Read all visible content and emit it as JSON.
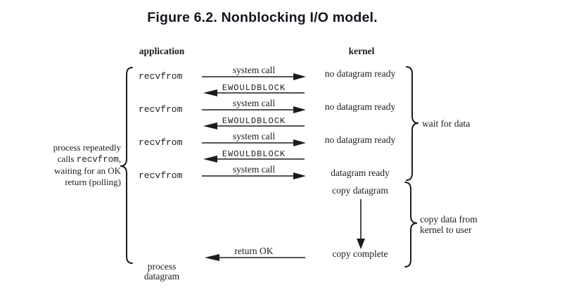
{
  "title": "Figure 6.2. Nonblocking I/O model.",
  "columns": {
    "left": "application",
    "right": "kernel"
  },
  "left_note": {
    "line1": "process repeatedly",
    "line2_pre": "calls ",
    "line2_code": "recvfrom",
    "line2_post": ",",
    "line3": "waiting for an OK",
    "line4": "return (polling)"
  },
  "exchanges": [
    {
      "app": "recvfrom",
      "call": "system call",
      "kernel": "no datagram ready",
      "response": "EWOULDBLOCK"
    },
    {
      "app": "recvfrom",
      "call": "system call",
      "kernel": "no datagram ready",
      "response": "EWOULDBLOCK"
    },
    {
      "app": "recvfrom",
      "call": "system call",
      "kernel": "no datagram ready",
      "response": "EWOULDBLOCK"
    },
    {
      "app": "recvfrom",
      "call": "system call",
      "kernel": "datagram ready"
    }
  ],
  "copy_phase": {
    "start": "copy datagram",
    "end": "copy complete",
    "return_label": "return OK"
  },
  "process_end": {
    "line1": "process",
    "line2": "datagram"
  },
  "braces": {
    "wait_label": "wait for data",
    "copy_label_line1": "copy data from",
    "copy_label_line2": "kernel to user"
  },
  "colors": {
    "ink": "#1c1c1c",
    "title_ink": "#15151f",
    "background": "#ffffff"
  }
}
